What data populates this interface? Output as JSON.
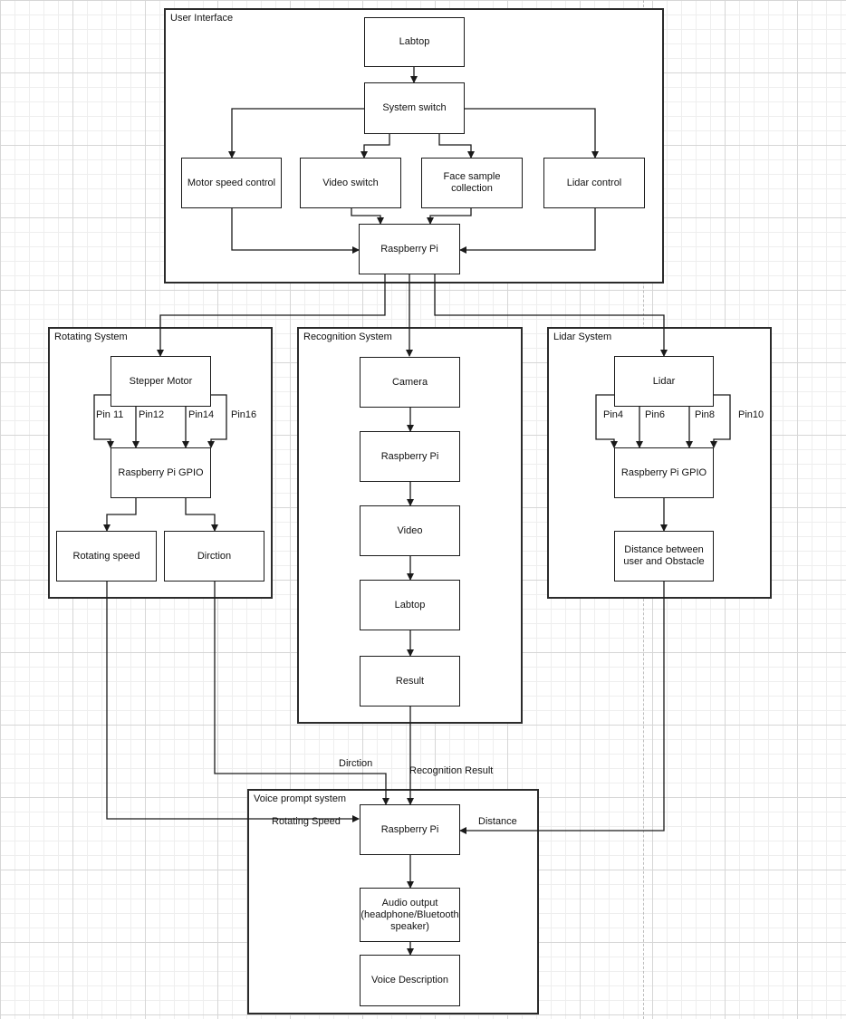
{
  "groups": {
    "user_interface": "User Interface",
    "rotating_system": "Rotating System",
    "recognition_system": "Recognition System",
    "lidar_system": "Lidar System",
    "voice_prompt_system": "Voice prompt system"
  },
  "nodes": {
    "ui_laptop": "Labtop",
    "system_switch": "System switch",
    "motor_speed_control": "Motor speed control",
    "video_switch": "Video switch",
    "face_sample_collection": "Face sample collection",
    "lidar_control": "Lidar control",
    "ui_raspberry_pi": "Raspberry Pi",
    "stepper_motor": "Stepper Motor",
    "rot_gpio": "Raspberry Pi GPIO",
    "rotating_speed": "Rotating speed",
    "direction": "Dirction",
    "camera": "Camera",
    "rec_raspberry_pi": "Raspberry Pi",
    "video": "Video",
    "rec_laptop": "Labtop",
    "result": "Result",
    "lidar": "Lidar",
    "lidar_gpio": "Raspberry Pi GPIO",
    "distance_obstacle": "Distance between user and Obstacle",
    "voice_raspberry_pi": "Raspberry Pi",
    "audio_output": "Audio output (headphone/Bluetooth speaker)",
    "voice_description": "Voice Description"
  },
  "labels": {
    "pin11": "Pin 11",
    "pin12": "Pin12",
    "pin14": "Pin14",
    "pin16": "Pin16",
    "pin4": "Pin4",
    "pin6": "Pin6",
    "pin8": "Pin8",
    "pin10": "Pin10",
    "dirction": "Dirction",
    "recognition_result": "Recognition Result",
    "rotating_speed_edge": "Rotating Speed",
    "distance": "Distance"
  },
  "colors": {
    "stroke": "#1a1a1a",
    "grid": "#d6d6d6"
  }
}
